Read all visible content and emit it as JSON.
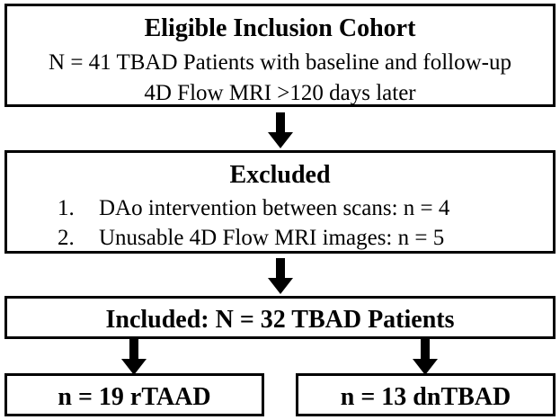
{
  "cohort": {
    "title": "Eligible Inclusion Cohort",
    "line1": "N = 41 TBAD Patients with baseline and follow-up",
    "line2": "4D Flow MRI >120 days later"
  },
  "excluded": {
    "title": "Excluded",
    "items": [
      {
        "num": "1.",
        "text": "DAo intervention between scans: n = 4"
      },
      {
        "num": "2.",
        "text": "Unusable 4D Flow MRI images: n = 5"
      }
    ]
  },
  "included": {
    "title": "Included: N = 32 TBAD Patients"
  },
  "groups": [
    {
      "label": "n = 19 rTAAD"
    },
    {
      "label": "n = 13 dnTBAD"
    }
  ],
  "colors": {
    "border": "#000000",
    "arrow": "#000000",
    "background": "#ffffff"
  }
}
